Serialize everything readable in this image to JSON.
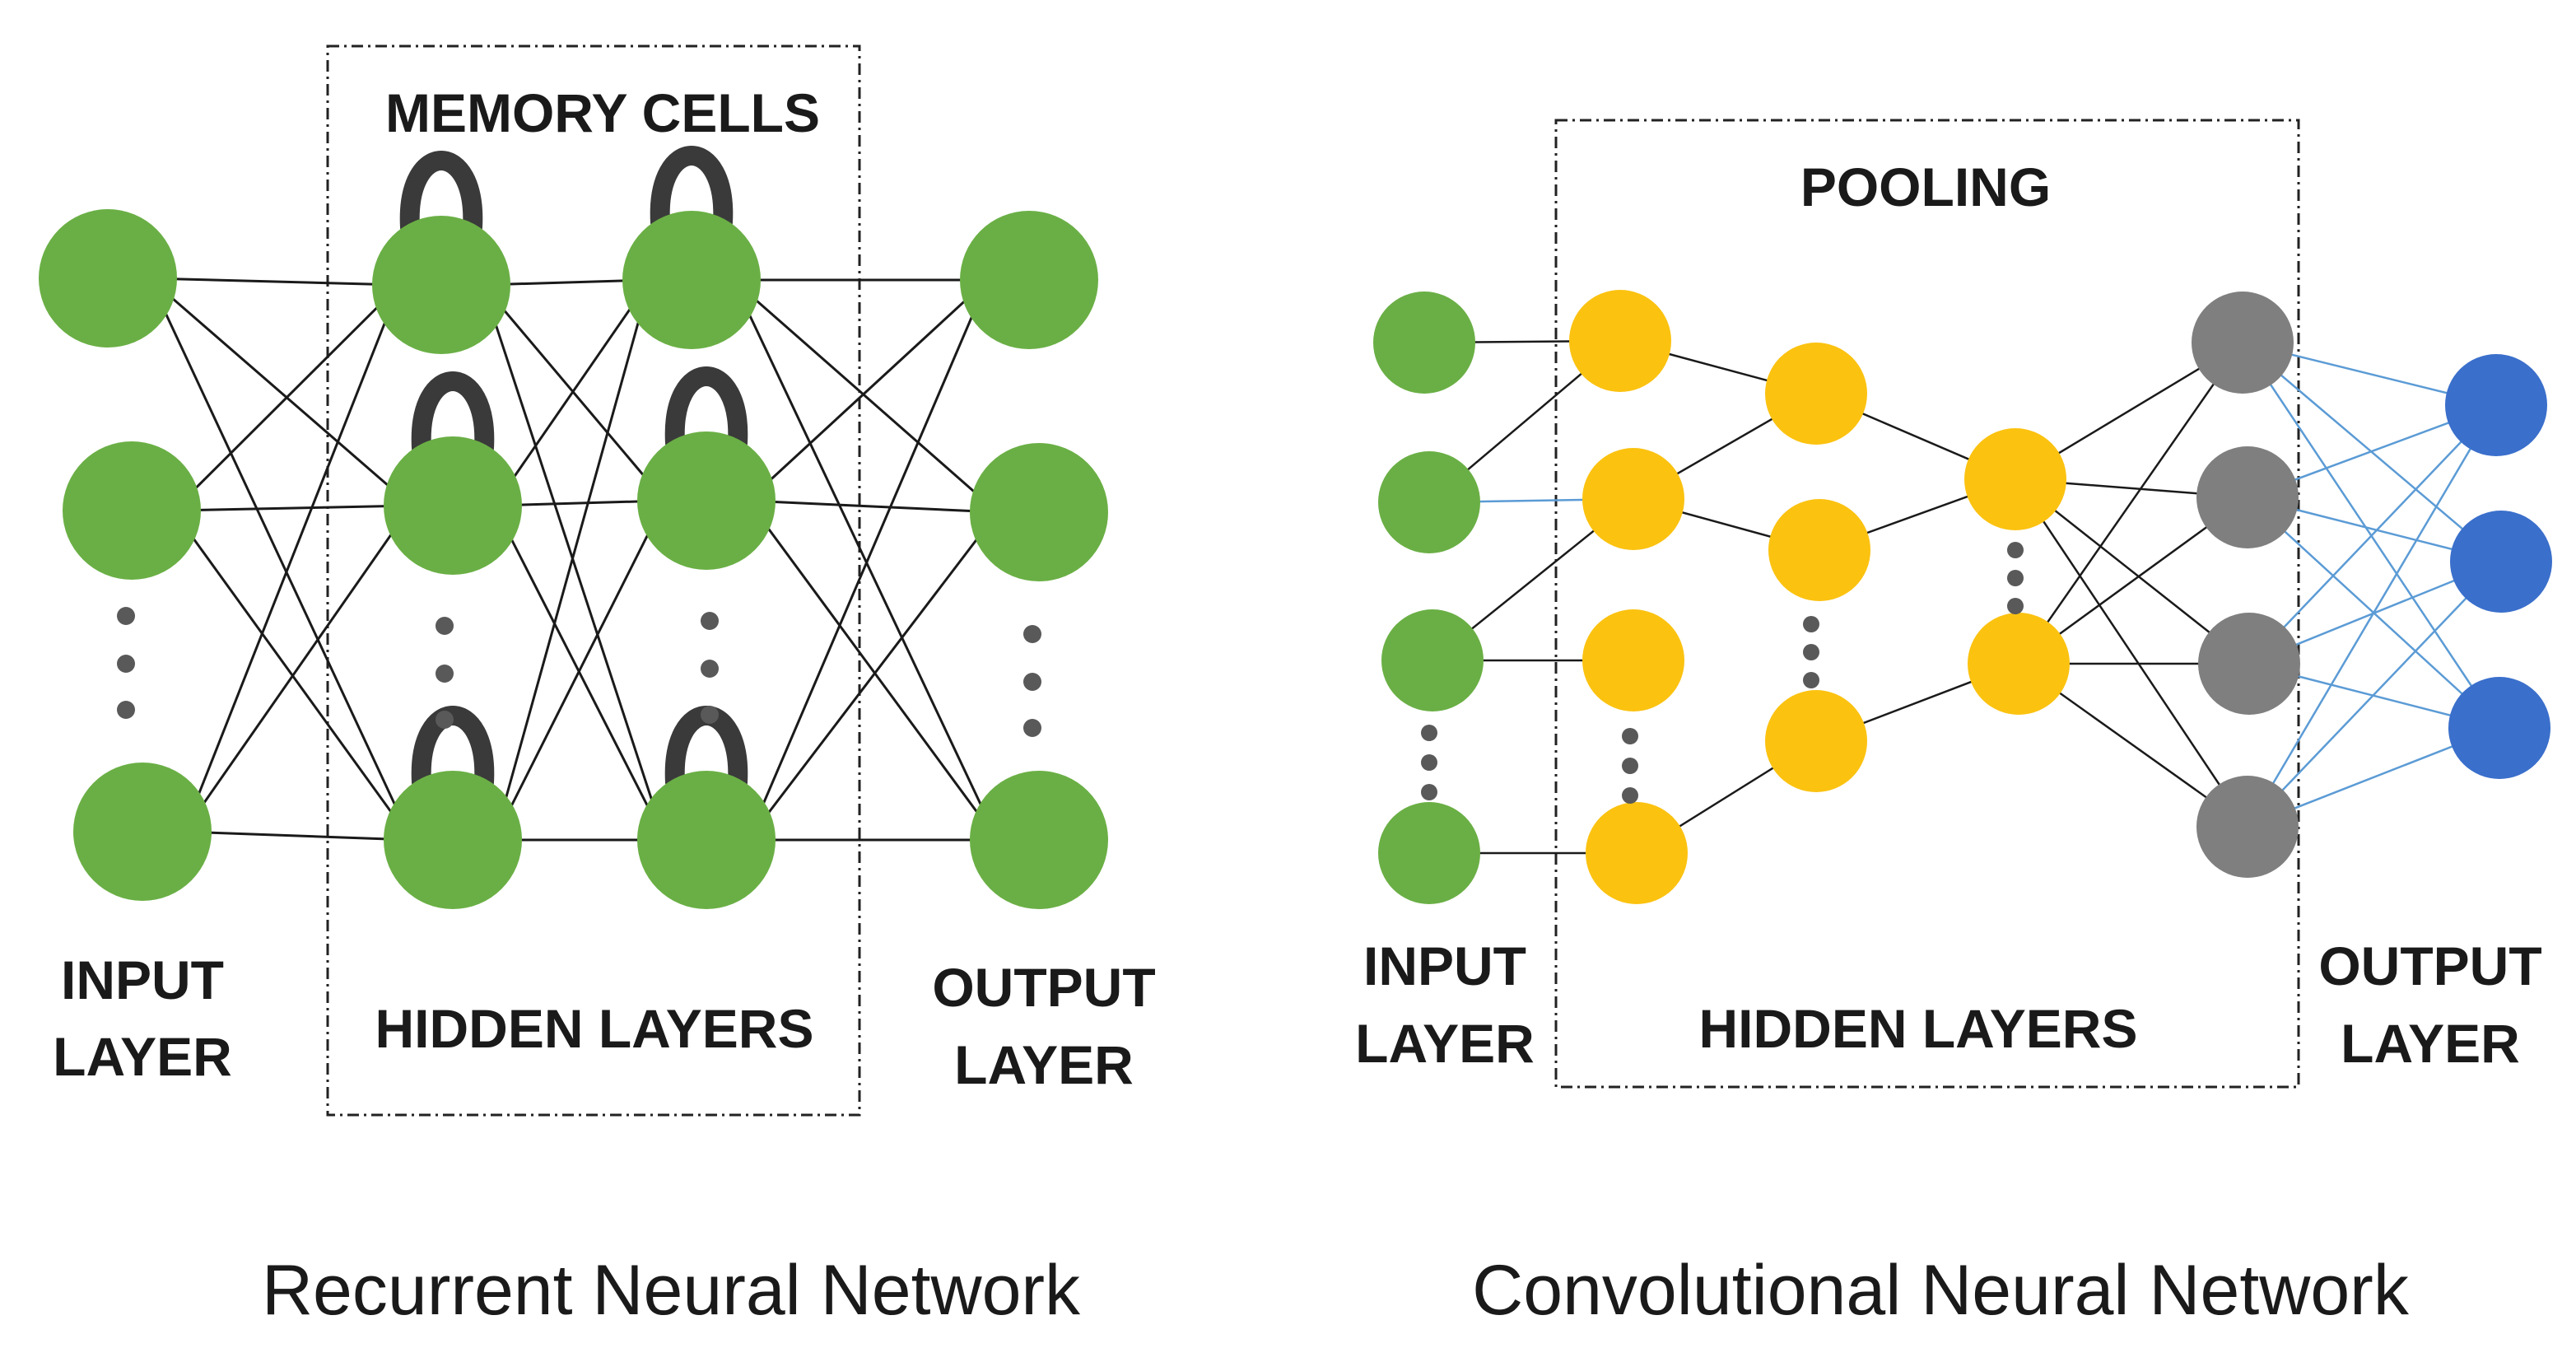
{
  "rnn": {
    "caption": "Recurrent Neural Network",
    "memory_cells_label": "MEMORY CELLS",
    "input_label": [
      "INPUT",
      "LAYER"
    ],
    "hidden_label": "HIDDEN LAYERS",
    "output_label": [
      "OUTPUT",
      "LAYER"
    ]
  },
  "cnn": {
    "caption": "Convolutional Neural Network",
    "pooling_label": "POOLING",
    "input_label": [
      "INPUT",
      "LAYER"
    ],
    "hidden_label": "HIDDEN LAYERS",
    "output_label": [
      "OUTPUT",
      "LAYER"
    ]
  },
  "colors": {
    "green": "#6aaf45",
    "yellow": "#fbc210",
    "gray": "#7f7f7f",
    "blue": "#3a6fcb",
    "edge": "#1a1a1a",
    "blue_edge": "#5b9bd5",
    "loop": "#3a3a3a",
    "ellipsis_dot": "#595959"
  }
}
